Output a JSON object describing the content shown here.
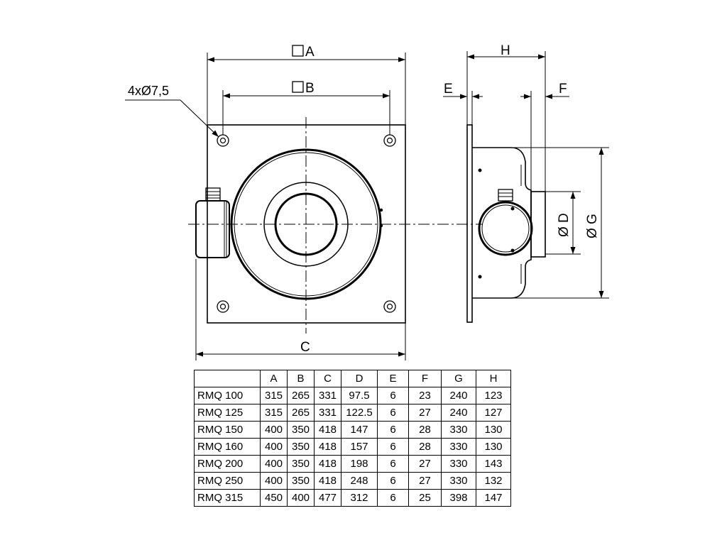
{
  "drawing": {
    "labels": {
      "dim_a": "A",
      "dim_b": "B",
      "dim_c": "C",
      "dim_d": "Ø D",
      "dim_e": "E",
      "dim_f": "F",
      "dim_g": "Ø G",
      "dim_h": "H",
      "hole_note": "4xØ7,5"
    }
  },
  "table": {
    "headers": [
      "",
      "A",
      "B",
      "C",
      "D",
      "E",
      "F",
      "G",
      "H"
    ],
    "rows": [
      [
        "RMQ 100",
        "315",
        "265",
        "331",
        "97.5",
        "6",
        "23",
        "240",
        "123"
      ],
      [
        "RMQ 125",
        "315",
        "265",
        "331",
        "122.5",
        "6",
        "27",
        "240",
        "127"
      ],
      [
        "RMQ 150",
        "400",
        "350",
        "418",
        "147",
        "6",
        "28",
        "330",
        "130"
      ],
      [
        "RMQ 160",
        "400",
        "350",
        "418",
        "157",
        "6",
        "28",
        "330",
        "130"
      ],
      [
        "RMQ 200",
        "400",
        "350",
        "418",
        "198",
        "6",
        "27",
        "330",
        "143"
      ],
      [
        "RMQ 250",
        "400",
        "350",
        "418",
        "248",
        "6",
        "27",
        "330",
        "132"
      ],
      [
        "RMQ 315",
        "450",
        "400",
        "477",
        "312",
        "6",
        "25",
        "398",
        "147"
      ]
    ]
  }
}
